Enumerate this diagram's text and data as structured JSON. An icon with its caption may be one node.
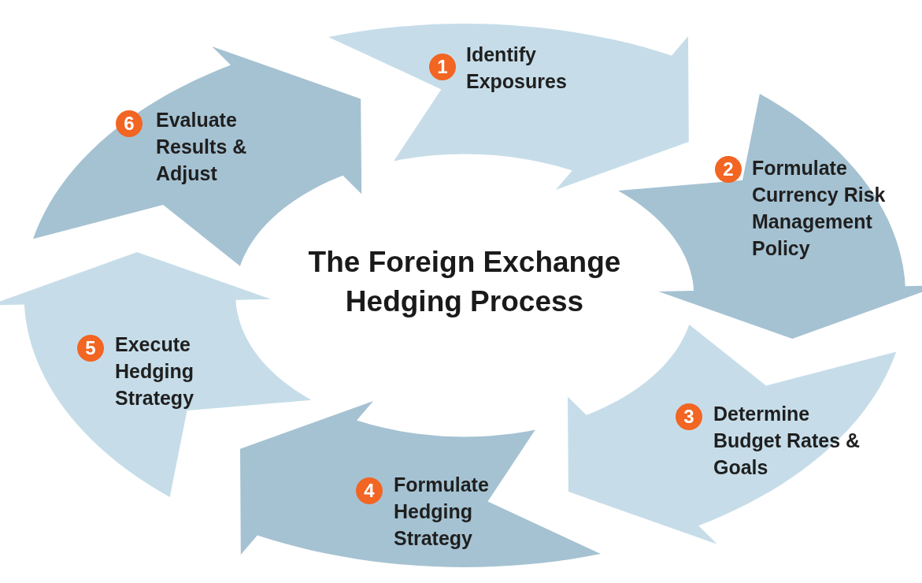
{
  "diagram": {
    "title": "The Foreign Exchange Hedging Process",
    "nodes": [
      {
        "text": [
          "1",
          "Identify Exposures"
        ]
      },
      {
        "text": [
          "2",
          "Formulate Currency Risk Management Policy"
        ]
      },
      {
        "text": [
          "3",
          "Determine Budget Rates & Goals"
        ]
      },
      {
        "text": [
          "4",
          "Formulate Hedging Strategy"
        ]
      },
      {
        "text": [
          "5",
          "Execute Hedging Strategy"
        ]
      },
      {
        "text": [
          "6",
          "Evaluate Results & Adjust"
        ]
      }
    ]
  }
}
